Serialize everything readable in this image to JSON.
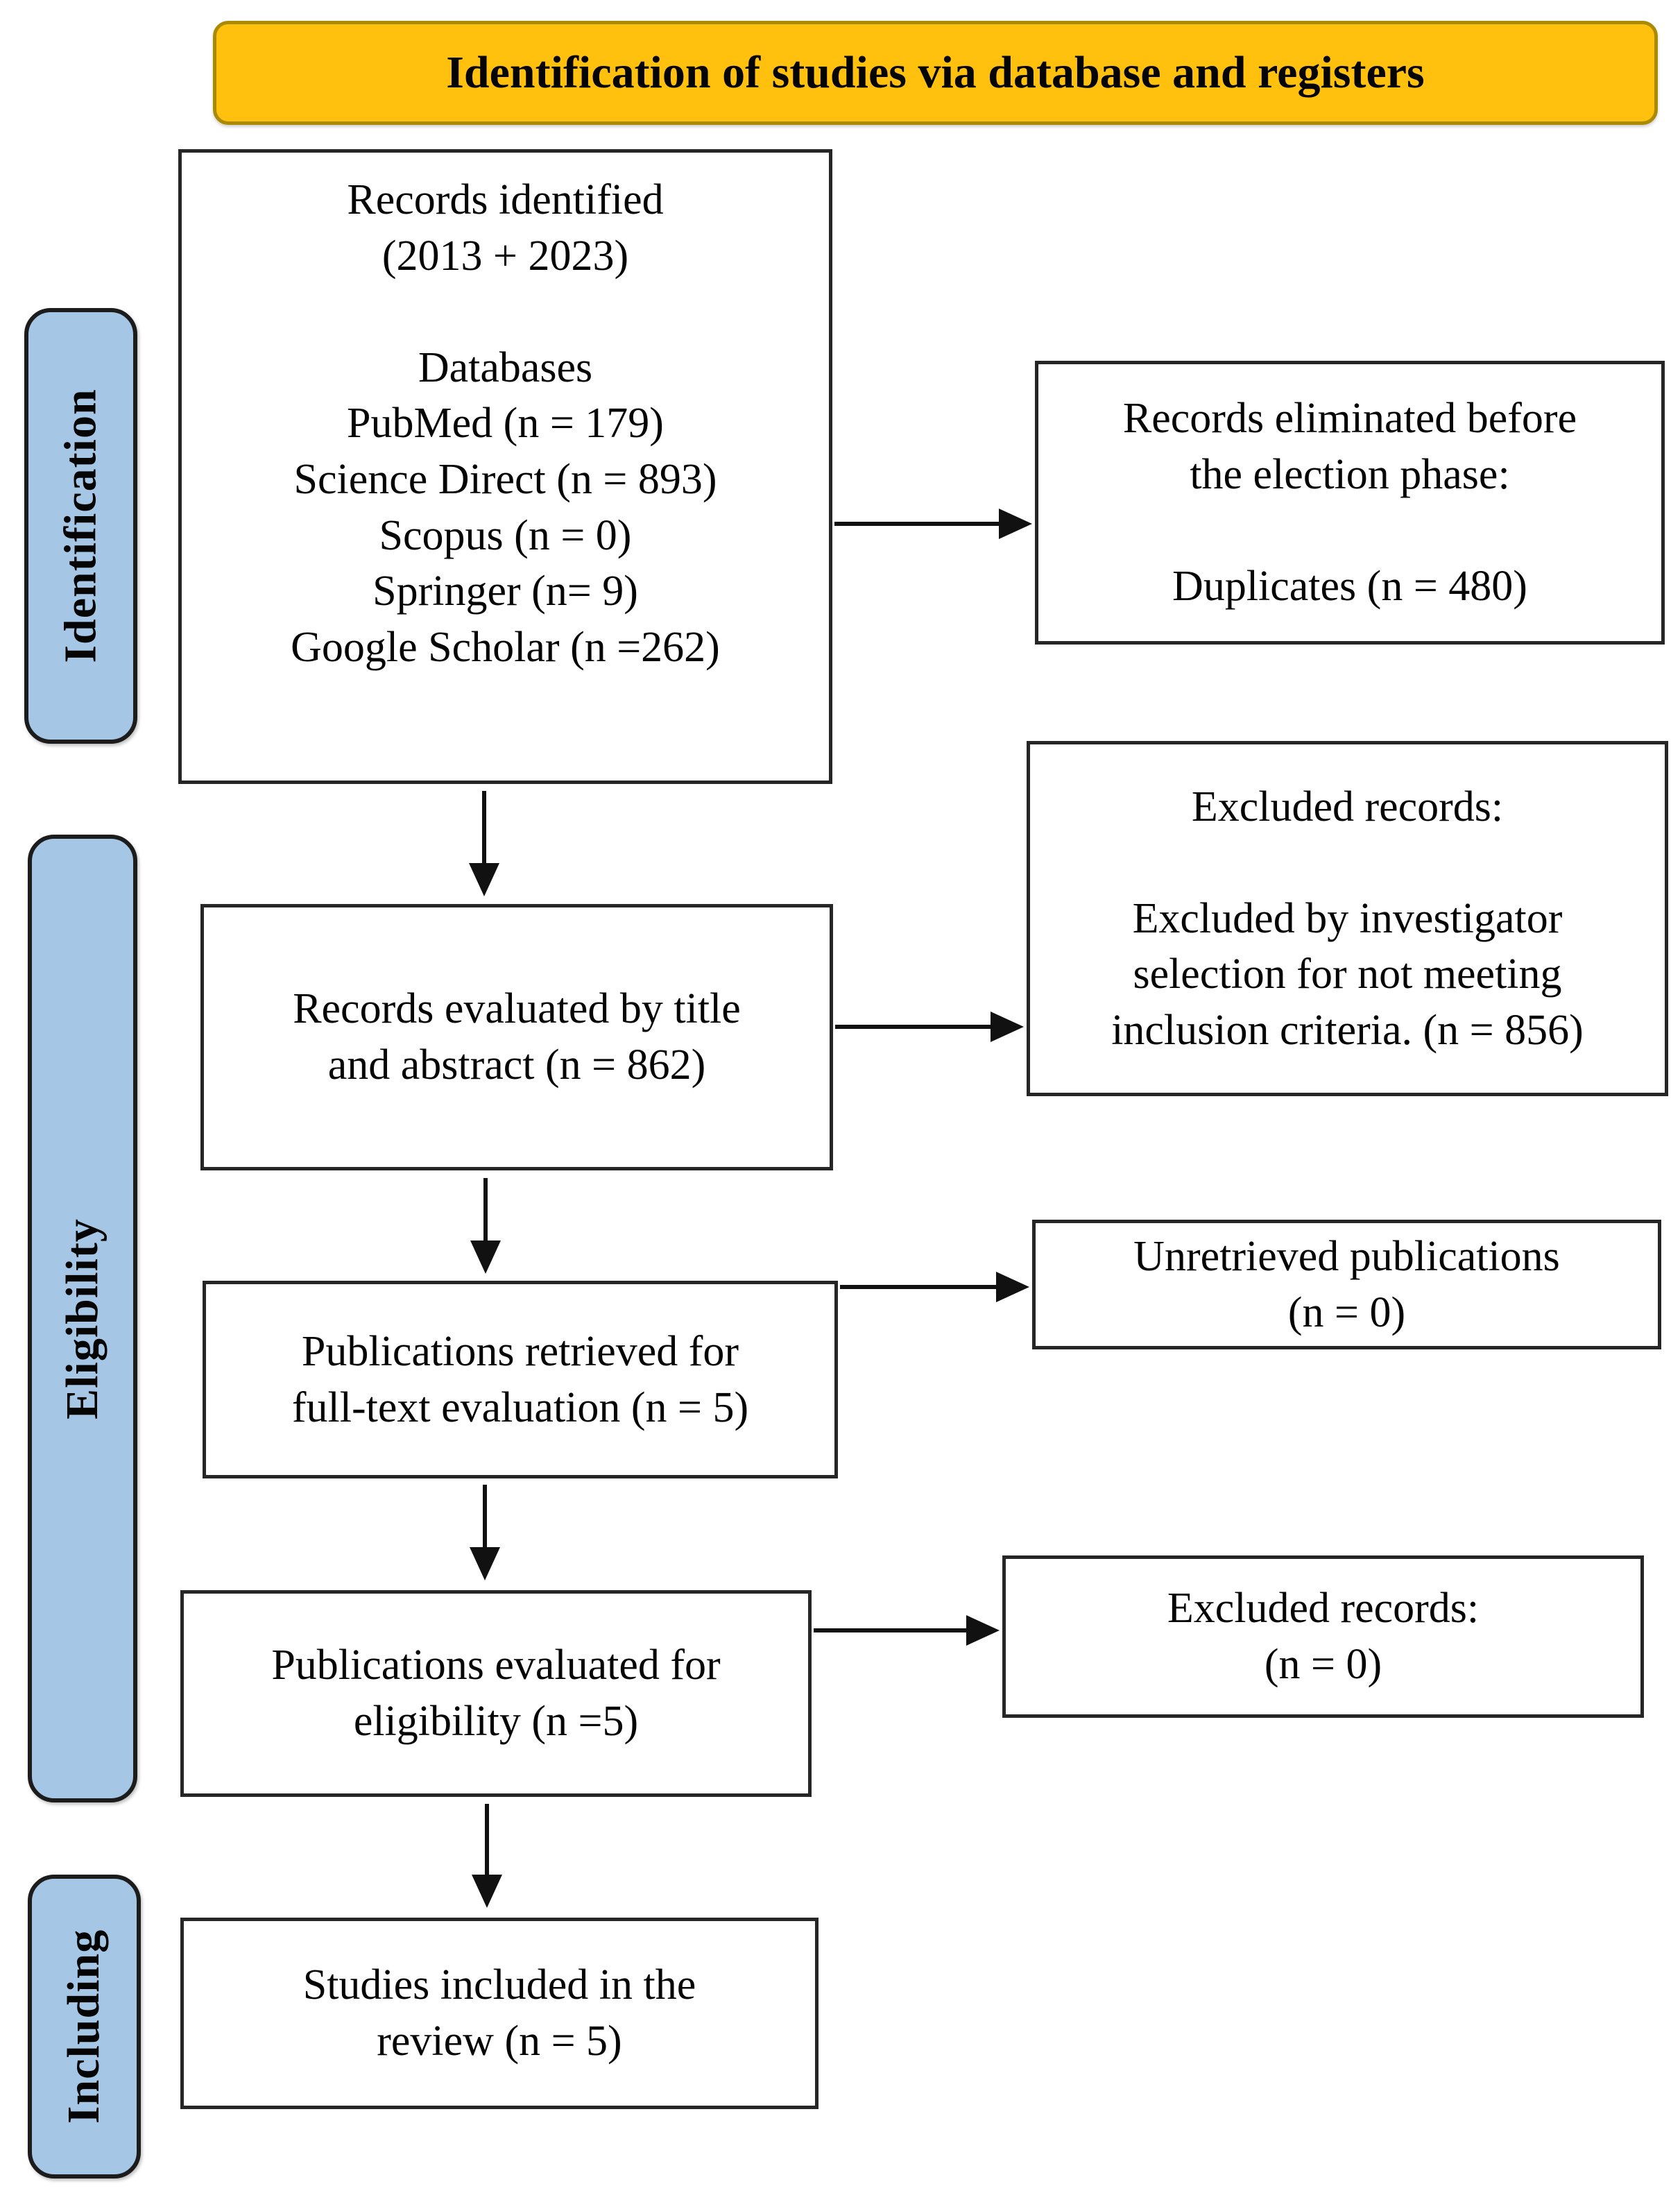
{
  "title": "Identification of studies via database and registers",
  "sidebar": {
    "stages": [
      {
        "label": "Identification"
      },
      {
        "label": "Eligibility"
      },
      {
        "label": "Including"
      }
    ]
  },
  "boxes": {
    "records_identified": "Records identified\n(2013 + 2023)\n\nDatabases\nPubMed (n = 179)\nScience Direct (n = 893)\nScopus (n = 0)\nSpringer (n= 9)\nGoogle Scholar (n =262)",
    "records_evaluated": "Records evaluated by title\nand abstract (n = 862)",
    "publications_retrieved": "Publications retrieved for\nfull-text evaluation (n = 5)",
    "publications_evaluated": "Publications evaluated for\neligibility (n =5)",
    "studies_included": "Studies included in the\nreview (n = 5)"
  },
  "side_boxes": {
    "records_eliminated": "Records eliminated before\nthe election phase:\n\nDuplicates (n = 480)",
    "excluded_investigator": "Excluded records:\n\nExcluded by investigator\nselection for not meeting\ninclusion criteria. (n = 856)",
    "unretrieved": "Unretrieved publications\n(n = 0)",
    "excluded_eligibility": "Excluded records:\n(n = 0)"
  },
  "colors": {
    "header_bg": "#FFC10D",
    "header_border": "#A98A00",
    "sidebar_bg": "#A6C6E6",
    "box_border": "#262626",
    "arrow": "#111111"
  }
}
